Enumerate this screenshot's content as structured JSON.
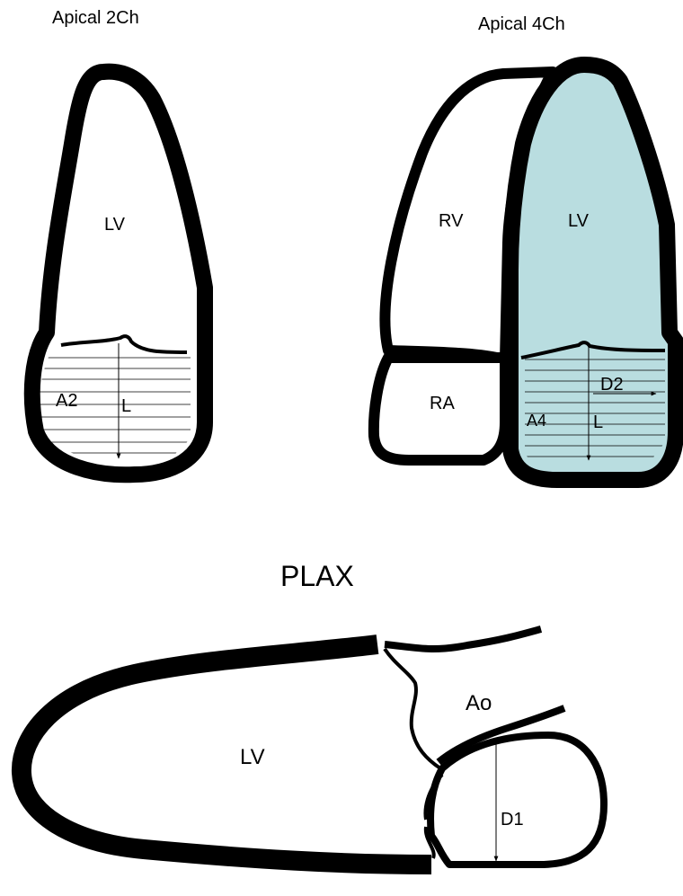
{
  "titles": {
    "apical_2ch": "Apical 2Ch",
    "apical_4ch": "Apical 4Ch",
    "plax": "PLAX"
  },
  "apical_2ch": {
    "lv": "LV",
    "area": "A2",
    "length": "L"
  },
  "apical_4ch": {
    "rv": "RV",
    "lv": "LV",
    "ra": "RA",
    "area": "A4",
    "length": "L",
    "diameter": "D2"
  },
  "plax": {
    "lv": "LV",
    "aorta": "Ao",
    "diameter": "D1"
  },
  "colors": {
    "outline": "#000000",
    "lv_fill_4ch": "#b9dde0",
    "background": "#ffffff"
  }
}
